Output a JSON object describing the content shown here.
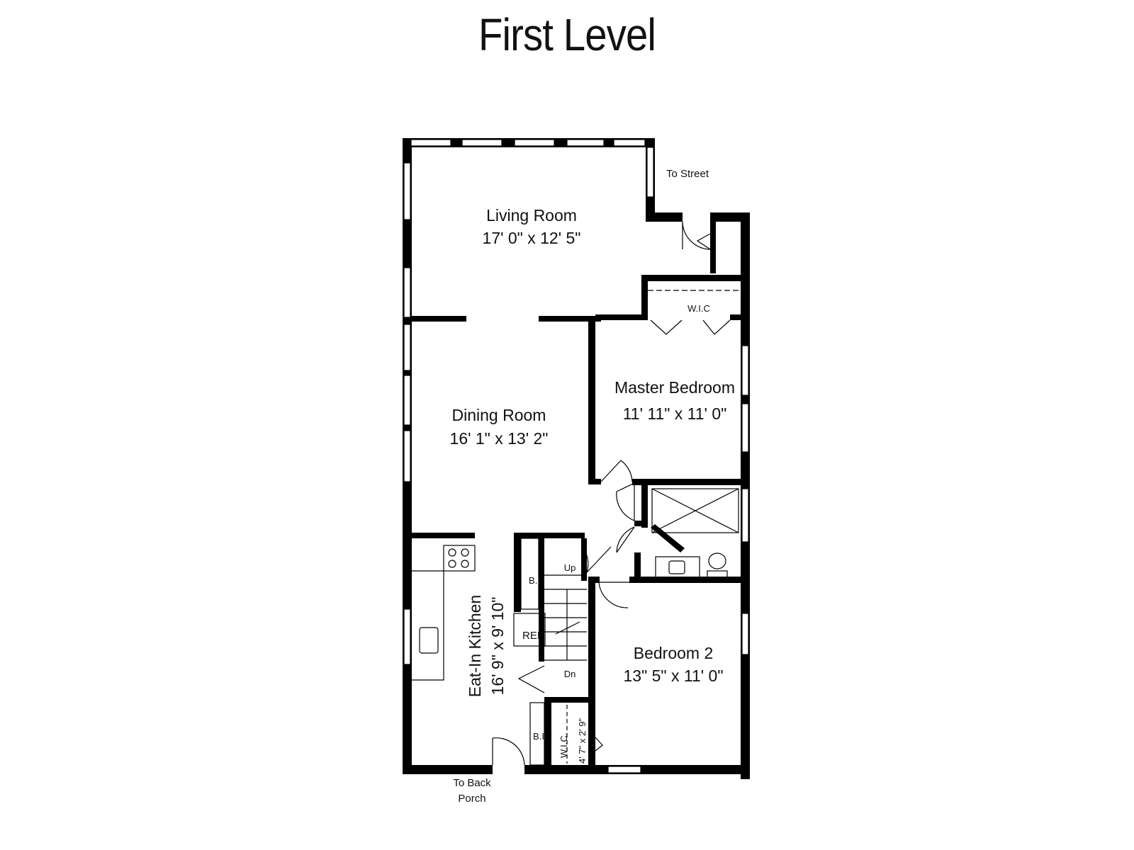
{
  "title": "First Level",
  "rooms": {
    "living": {
      "name": "Living Room",
      "dims": "17' 0\" x 12' 5\""
    },
    "dining": {
      "name": "Dining Room",
      "dims": "16' 1\" x 13' 2\""
    },
    "master": {
      "name": "Master Bedroom",
      "dims": "11' 11\" x 11' 0\""
    },
    "kitchen": {
      "name": "Eat-In Kitchen",
      "dims": "16' 9\" x 9' 10\""
    },
    "bedroom2": {
      "name": "Bedroom 2",
      "dims": "13\" 5\" x 11' 0\""
    }
  },
  "labels": {
    "to_street": "To Street",
    "wic_master": "W.I.C",
    "wic_small_name": "W.I.C.",
    "wic_small_dims": "4' 7\" x 2' 9\"",
    "bi_top": "B.I",
    "bi_bottom": "B.I",
    "ref": "REF",
    "up": "Up",
    "dn": "Dn",
    "back_porch_1": "To Back",
    "back_porch_2": "Porch"
  },
  "colors": {
    "wall": "#000000",
    "background": "#ffffff"
  }
}
